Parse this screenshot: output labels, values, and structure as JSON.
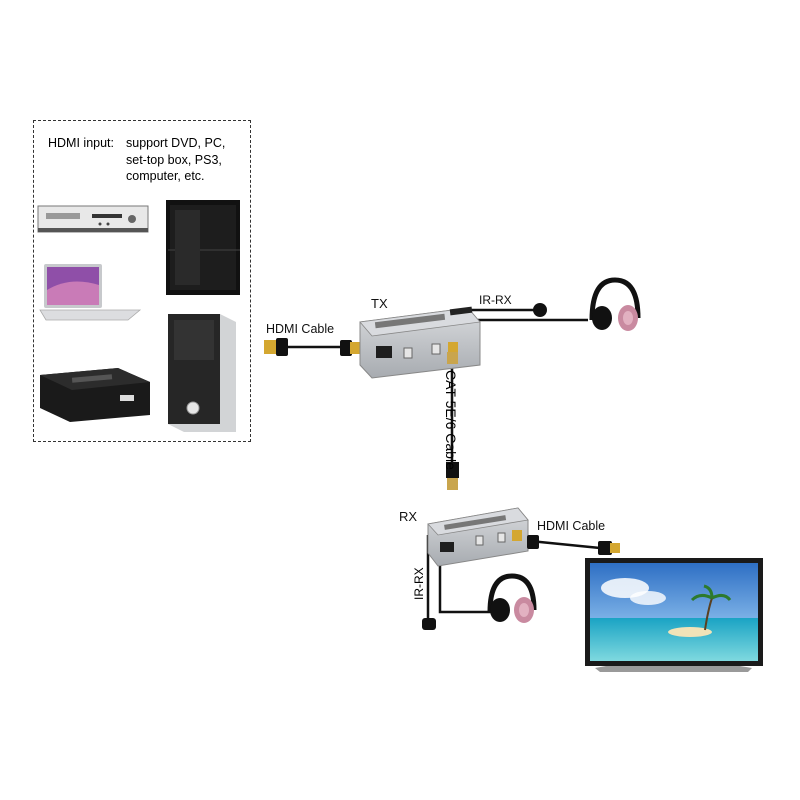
{
  "source_panel": {
    "input_label": "HDMI input:",
    "lines": [
      "support DVD, PC,",
      "set-top box, PS3,",
      "computer, etc."
    ]
  },
  "labels": {
    "tx": "TX",
    "rx": "RX",
    "ir_rx_top": "IR-RX",
    "ir_rx_side": "IR-RX",
    "hdmi_cable_in": "HDMI Cable",
    "hdmi_cable_out": "HDMI Cable",
    "cat_cable": "CAT 5E/6 Cable"
  },
  "icons": [
    "dvd-player-icon",
    "game-console-icon",
    "laptop-icon",
    "pc-tower-icon",
    "set-top-box-icon",
    "headphones-icon",
    "ir-receiver-icon",
    "tv-icon",
    "hdmi-plug-icon",
    "rj45-plug-icon"
  ],
  "colors": {
    "device": "#b9bcc0",
    "cable": "#111111",
    "plug": "#d4a730",
    "headphone": "#c98aa0",
    "sky": "#4c8fd6",
    "sea": "#37b5c9"
  }
}
